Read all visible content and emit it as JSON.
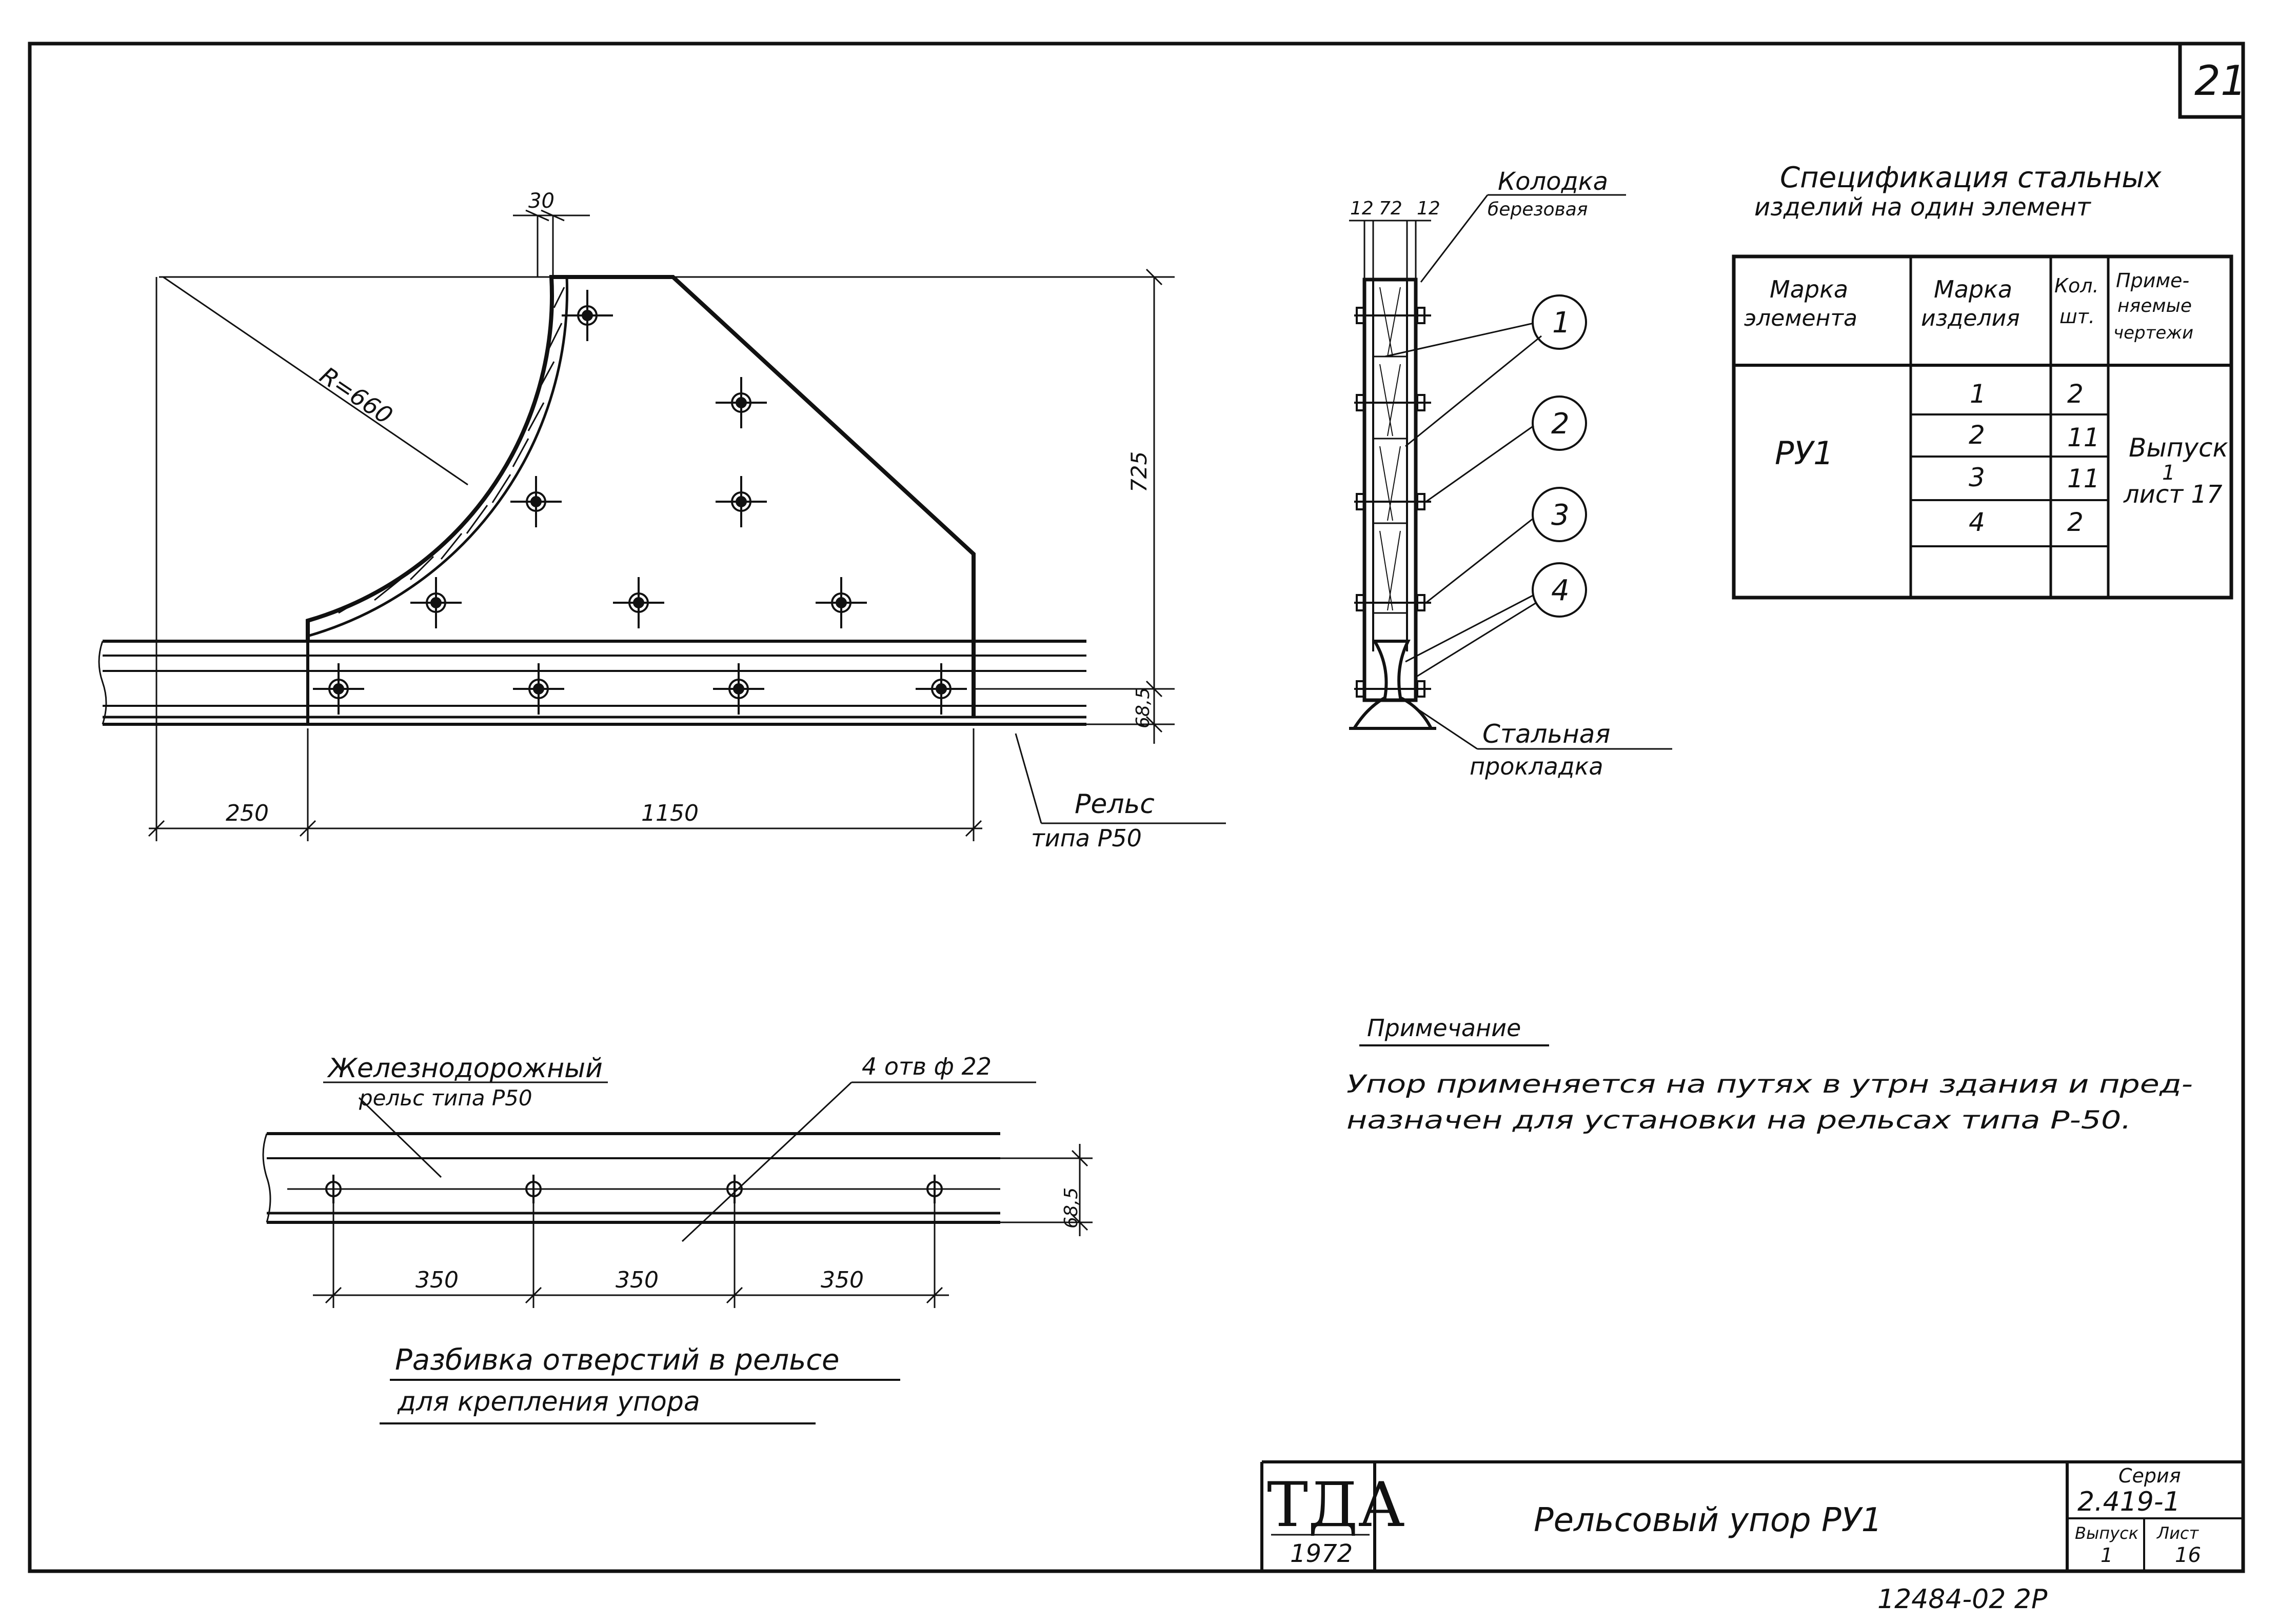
{
  "sheet": {
    "number": "21"
  },
  "main_view": {
    "dim_top": "30",
    "radius": "R=660",
    "dim_height": "725",
    "dim_rail_height": "68,5",
    "dim_left": "250",
    "dim_length": "1150",
    "rail_label_1": "Рельс",
    "rail_label_2": "типа Р50"
  },
  "section_view": {
    "dims": [
      "12",
      "72",
      "12"
    ],
    "block_label_1": "Колодка",
    "block_label_2": "березовая",
    "callouts": [
      "1",
      "2",
      "3",
      "4"
    ],
    "plate_label_1": "Стальная",
    "plate_label_2": "прокладка"
  },
  "spec": {
    "title_1": "Спецификация стальных",
    "title_2": "изделий на один элемент",
    "headers": [
      [
        "Марка",
        "элемента"
      ],
      [
        "Марка",
        "изделия"
      ],
      [
        "Кол.",
        "шт."
      ],
      [
        "Приме-",
        "няемые",
        "чертежи"
      ]
    ],
    "element_mark": "РУ1",
    "rows": [
      {
        "item": "1",
        "qty": "2"
      },
      {
        "item": "2",
        "qty": "11"
      },
      {
        "item": "3",
        "qty": "11"
      },
      {
        "item": "4",
        "qty": "2"
      },
      {
        "item": "",
        "qty": ""
      }
    ],
    "ref": [
      "Выпуск",
      "1",
      "лист 17"
    ]
  },
  "hole_view": {
    "label_1": "Железнодорожный",
    "label_2": "рельс типа Р50",
    "holes_label": "4 отв ф 22",
    "dim_rail_height": "68,5",
    "spacings": [
      "350",
      "350",
      "350"
    ],
    "title_1": "Разбивка отверстий в рельсе",
    "title_2": "для крепления упора"
  },
  "note": {
    "heading": "Примечание",
    "line_1": "Упор применяется на путях в утрн здания и пред-",
    "line_2": "назначен для установки на рельсах типа Р-50."
  },
  "title_block": {
    "logo": "ТДА",
    "year": "1972",
    "name": "Рельсовый упор РУ1",
    "series_label": "Серия",
    "series_value": "2.419-1",
    "issue_label": "Выпуск",
    "issue_value": "1",
    "sheet_label": "Лист",
    "sheet_value": "16"
  },
  "footer_code": "12484-02 2Р"
}
